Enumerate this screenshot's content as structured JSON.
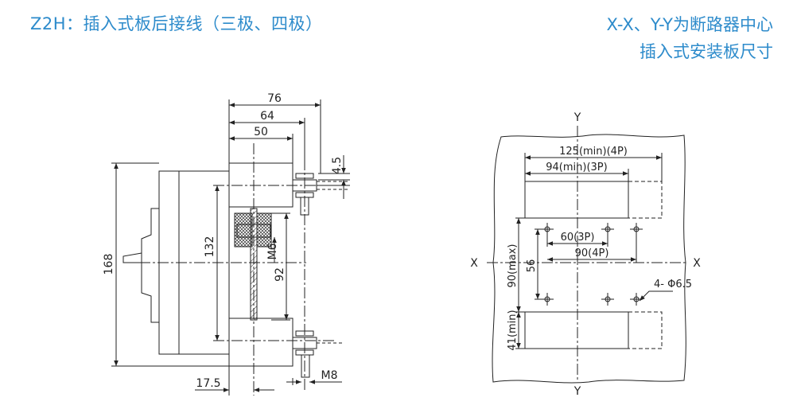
{
  "title_left": "Z2H：插入式板后接线（三极、四极）",
  "title_right_line1": "X-X、Y-Y为断路器中心",
  "title_right_line2": "插入式安装板尺寸",
  "side_view": {
    "dim_76": "76",
    "dim_64": "64",
    "dim_50": "50",
    "dim_4_5": "4.5",
    "dim_168": "168",
    "dim_132": "132",
    "dim_92": "92",
    "dim_M6": "M6",
    "dim_17_5": "17.5",
    "dim_M8": "M8"
  },
  "panel_view": {
    "axis_y_top": "Y",
    "axis_y_bottom": "Y",
    "axis_x_left": "X",
    "axis_x_right": "X",
    "dim_125": "125(min)(4P)",
    "dim_94": "94(min)(3P)",
    "dim_60": "60(3P)",
    "dim_90_4p": "90(4P)",
    "dim_90max": "90(max)",
    "dim_56": "56",
    "dim_41": "41(min)",
    "dim_holes": "4- Φ6.5"
  },
  "colors": {
    "title": "#2d8bcb",
    "line": "#222222"
  }
}
